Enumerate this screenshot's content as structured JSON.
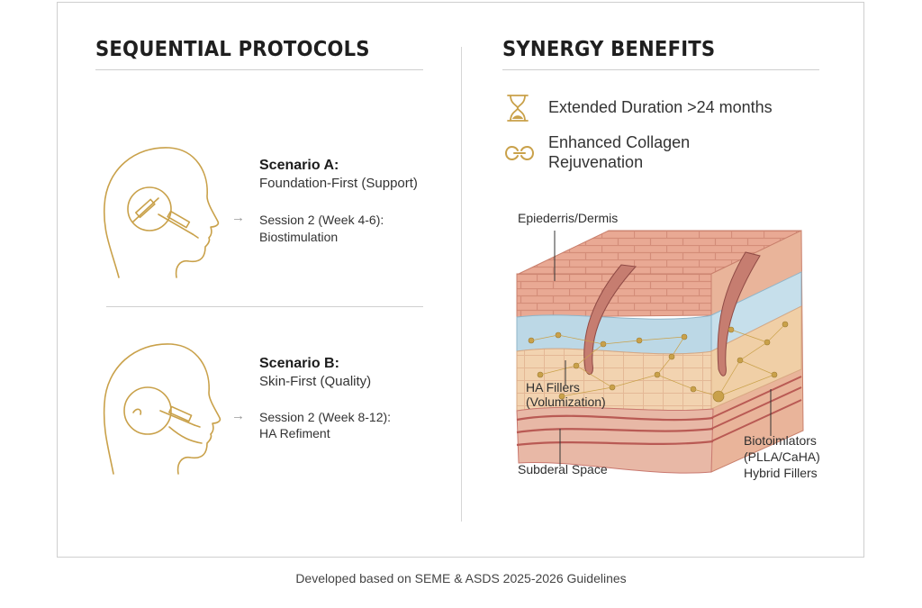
{
  "left": {
    "heading": "SEQUENTIAL PROTOCOLS",
    "scenarios": [
      {
        "title": "Scenario A:",
        "subtitle": "Foundation-First (Support)",
        "session": "Session 2 (Week 4-6):",
        "detail": "Biostimulation"
      },
      {
        "title": "Scenario B:",
        "subtitle": "Skin-First (Quality)",
        "session": "Session 2 (Week 8-12):",
        "detail": "HA Refiment"
      }
    ]
  },
  "right": {
    "heading": "SYNERGY BENEFITS",
    "benefits": [
      {
        "icon": "hourglass-icon",
        "text": "Extended Duration >24 months"
      },
      {
        "icon": "infinity-link-icon",
        "line1": "Enhanced Collagen",
        "line2": "Rejuvenation"
      }
    ],
    "diagram_labels": {
      "top": "Epiederris/Dermis",
      "ha_line1": "HA Fillers",
      "ha_line2": "(Volumization)",
      "bio_line1": "Biotoimlators",
      "bio_line2": "(PLLA/CaHA)",
      "bio_line3": "Hybrid Fillers",
      "bottom": "Subderal Space"
    }
  },
  "footer": "Developed based on SEME & ASDS 2025-2026 Guidelines",
  "colors": {
    "gold": "#c9a14a",
    "skin_top": "#e8a792",
    "blue_layer": "#bcd8e6",
    "fat": "#f0cfa6",
    "deep": "#c9786f"
  }
}
